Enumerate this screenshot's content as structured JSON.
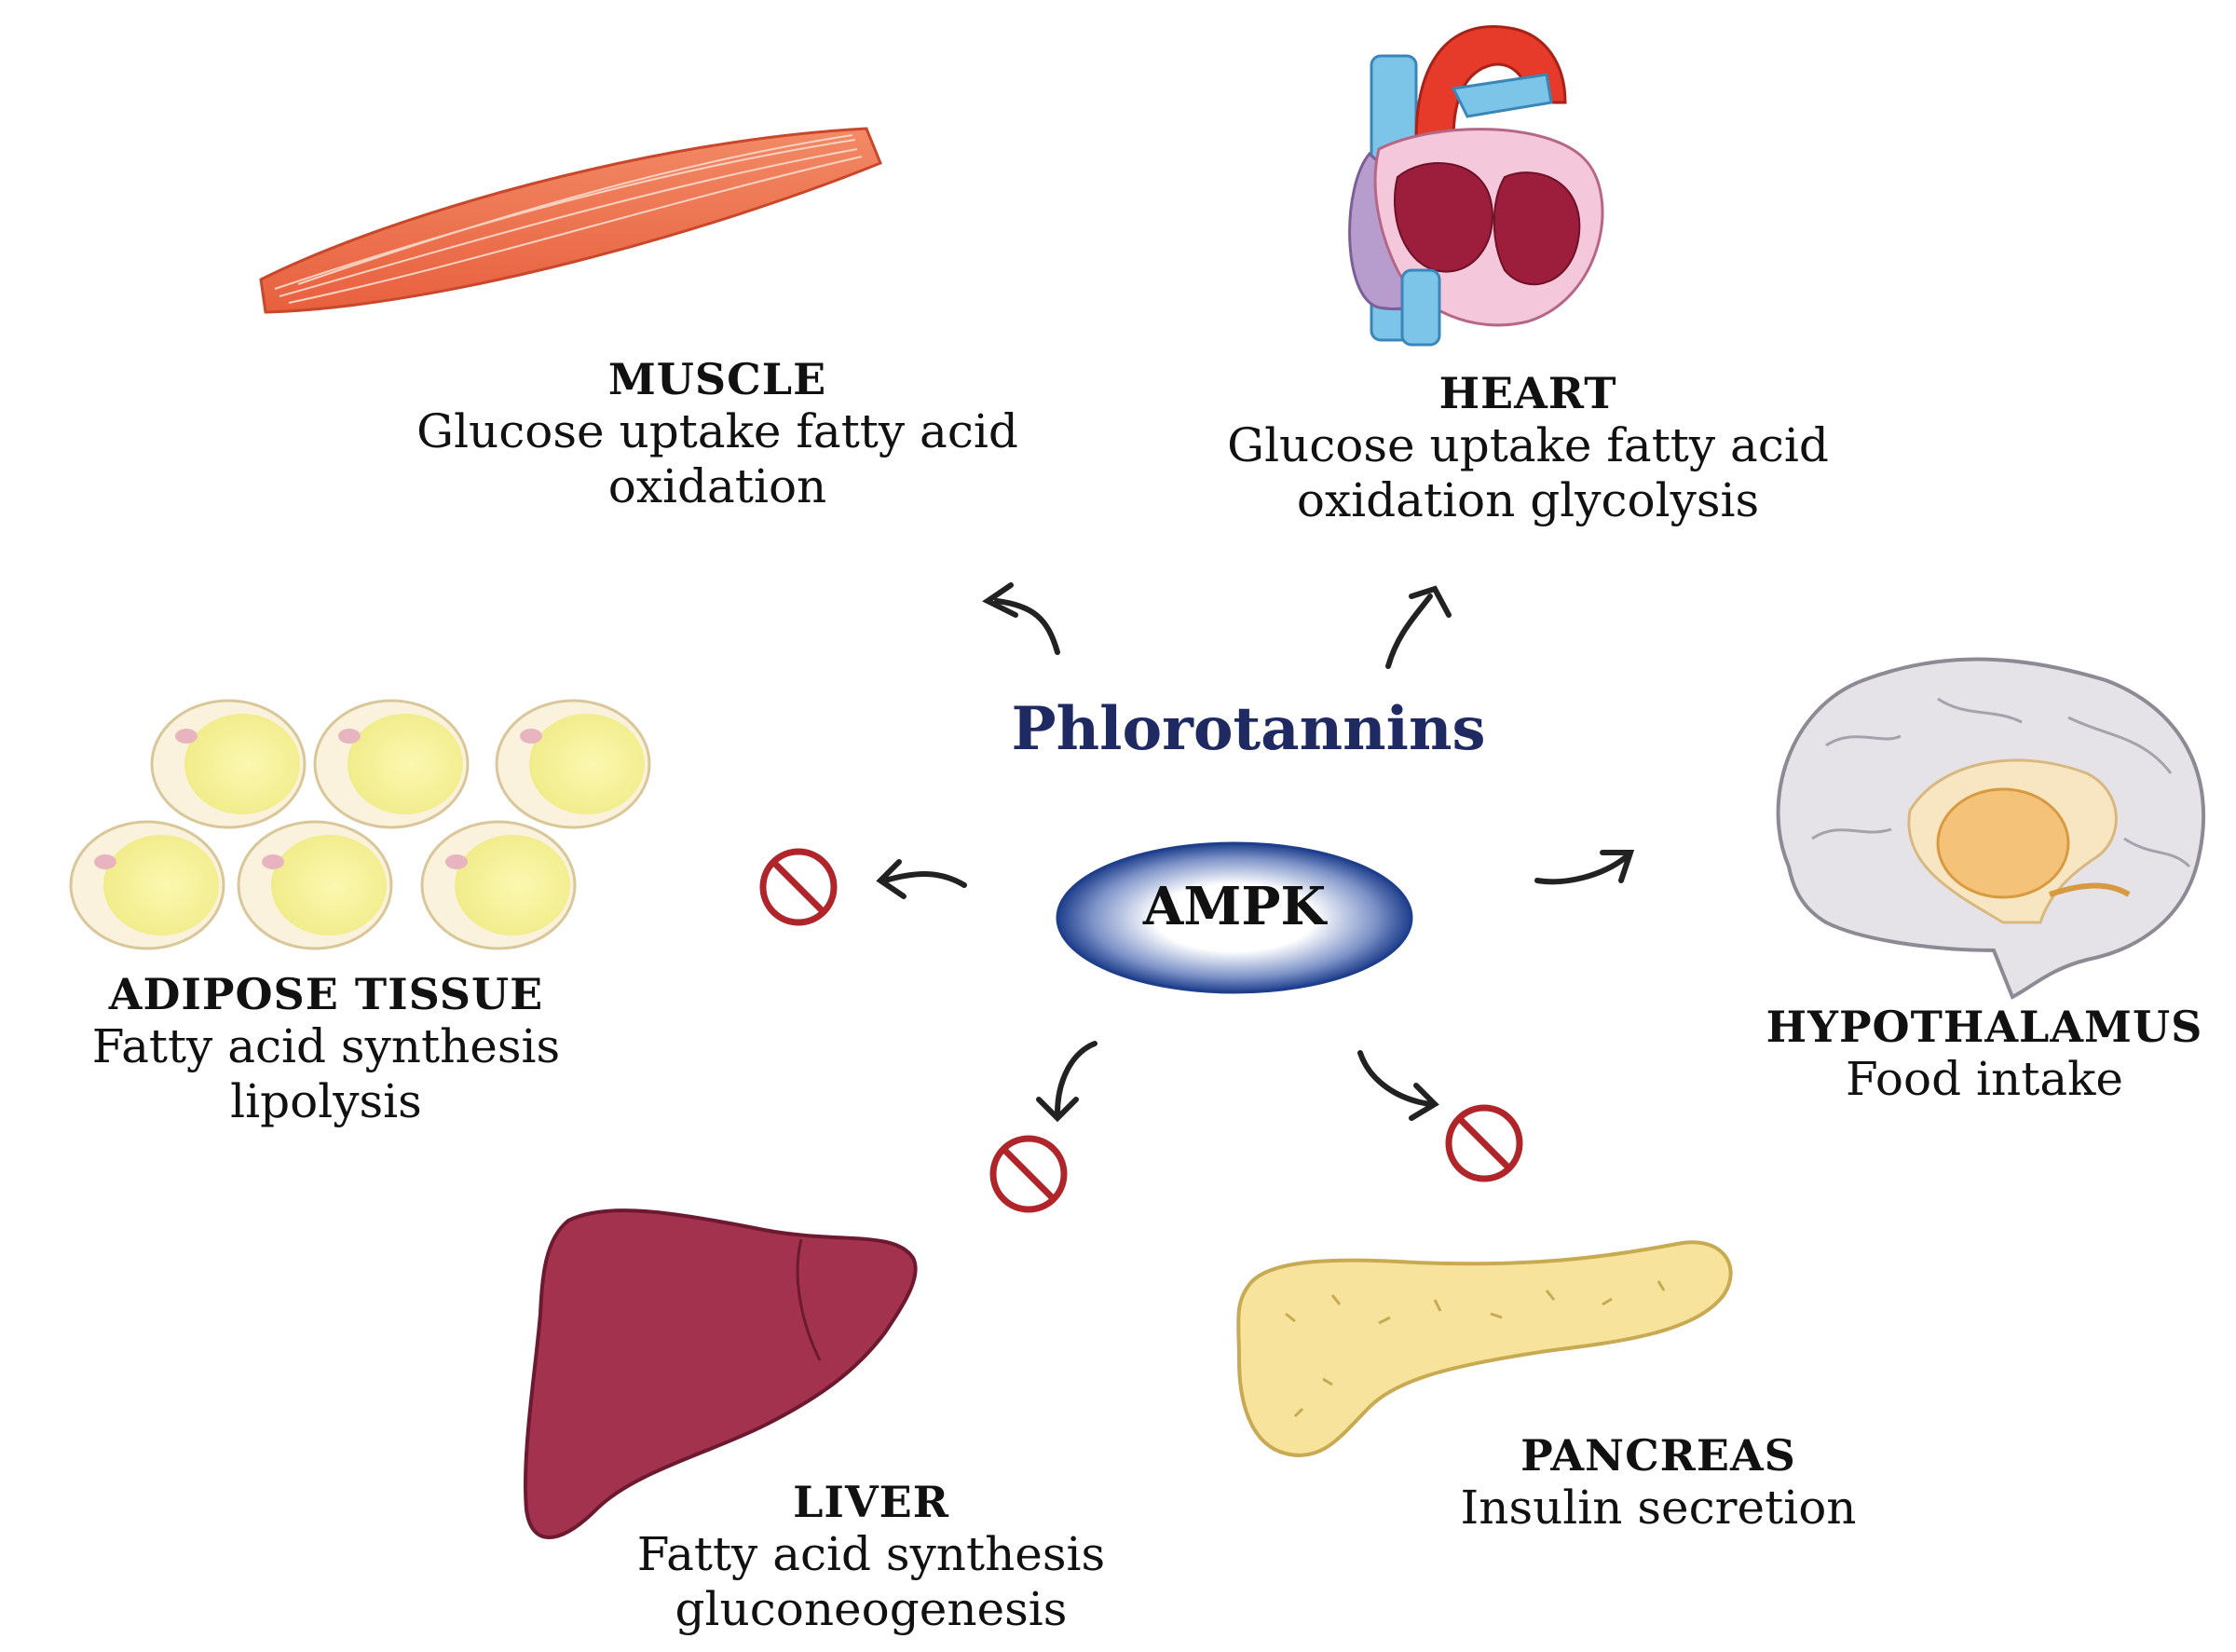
{
  "center": {
    "compound": "Phlorotannins",
    "enzyme": "AMPK"
  },
  "organs": {
    "muscle": {
      "title": "MUSCLE",
      "desc_line1": "Glucose uptake fatty acid",
      "desc_line2": "oxidation",
      "effect": "activate"
    },
    "heart": {
      "title": "HEART",
      "desc_line1": "Glucose uptake fatty acid",
      "desc_line2": "oxidation glycolysis",
      "effect": "activate"
    },
    "adipose": {
      "title": "ADIPOSE TISSUE",
      "desc_line1": "Fatty acid synthesis lipolysis",
      "effect": "inhibit"
    },
    "hypothalamus": {
      "title": "HYPOTHALAMUS",
      "desc_line1": "Food intake",
      "effect": "activate"
    },
    "liver": {
      "title": "LIVER",
      "desc_line1": "Fatty acid synthesis",
      "desc_line2": "gluconeogenesis",
      "effect": "inhibit"
    },
    "pancreas": {
      "title": "PANCREAS",
      "desc_line1": "Insulin secretion",
      "effect": "inhibit"
    }
  },
  "colors": {
    "compound_text": "#1f2a63",
    "ampk_ellipse_edge": "#1f3f8c",
    "inhibit_symbol": "#b0252a",
    "arrow": "#222222"
  }
}
